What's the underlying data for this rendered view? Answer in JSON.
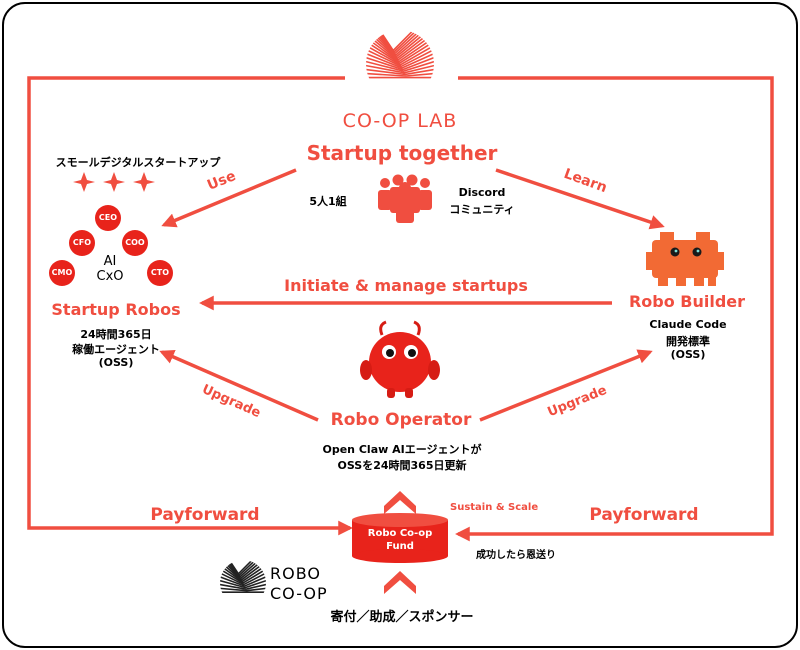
{
  "colors": {
    "accent": "#f04e40",
    "text": "#000000",
    "frame": "#000000"
  },
  "top": {
    "logo_text": "CO-OP LAB",
    "title": "Startup together",
    "team_size": "5人1組",
    "community_line1": "Discord",
    "community_line2": "コミュニティ",
    "team_icon": "group-people-icon"
  },
  "left": {
    "tagline": "スモールデジタルスタートアップ",
    "stars_icon": "three-stars-icon",
    "roles": [
      "CEO",
      "CFO",
      "COO",
      "CMO",
      "CTO"
    ],
    "center_label_1": "AI",
    "center_label_2": "CxO",
    "name": "Startup Robos",
    "desc_1": "24時間365日",
    "desc_2": "稼働エージェント",
    "desc_3": "(OSS)"
  },
  "right": {
    "robot_icon": "orange-robot-icon",
    "name": "Robo Builder",
    "desc_1": "Claude Code",
    "desc_2": "開発標準",
    "desc_3": "(OSS)"
  },
  "middle": {
    "robot_icon": "red-robot-icon",
    "name": "Robo Operator",
    "desc_1": "Open Claw AIエージェントが",
    "desc_2": "OSSを24時間365日更新"
  },
  "arrows": {
    "use": "Use",
    "learn": "Learn",
    "initiate": "Initiate & manage startups",
    "upgrade_left": "Upgrade",
    "upgrade_right": "Upgrade",
    "payforward_left": "Payforward",
    "payforward_right": "Payforward"
  },
  "fund": {
    "line1": "Robo Co-op",
    "line2": "Fund",
    "sustain": "Sustain & Scale",
    "payback": "成功したら恩送り",
    "sources": "寄付／助成／スポンサー"
  },
  "bottom_logo": {
    "line1": "ROBO",
    "line2": "CO-OP"
  }
}
